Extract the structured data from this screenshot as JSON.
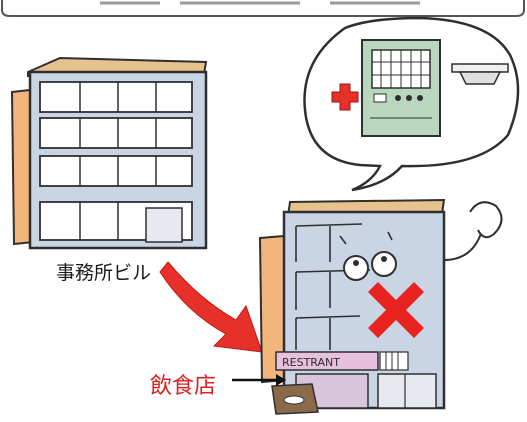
{
  "labels": {
    "office_building": "事務所ビル",
    "restaurant": "飲食店",
    "restaurant_sign": "RESTRANT"
  },
  "colors": {
    "background": "#ffffff",
    "ink": "#2f2f2f",
    "building_blue": "#c9d4e4",
    "building_orange": "#f2b67d",
    "roof_tan": "#e8c28c",
    "arrow_red": "#e8302a",
    "x_mark_red": "#e8221f",
    "equipment_green": "#b9d7bd",
    "sign_pink": "#e6c0dc",
    "label_red": "#e02020"
  },
  "icons": [
    "red-cross-icon",
    "fire-alarm-panel-icon",
    "smoke-detector-icon",
    "prohibited-x-icon"
  ]
}
